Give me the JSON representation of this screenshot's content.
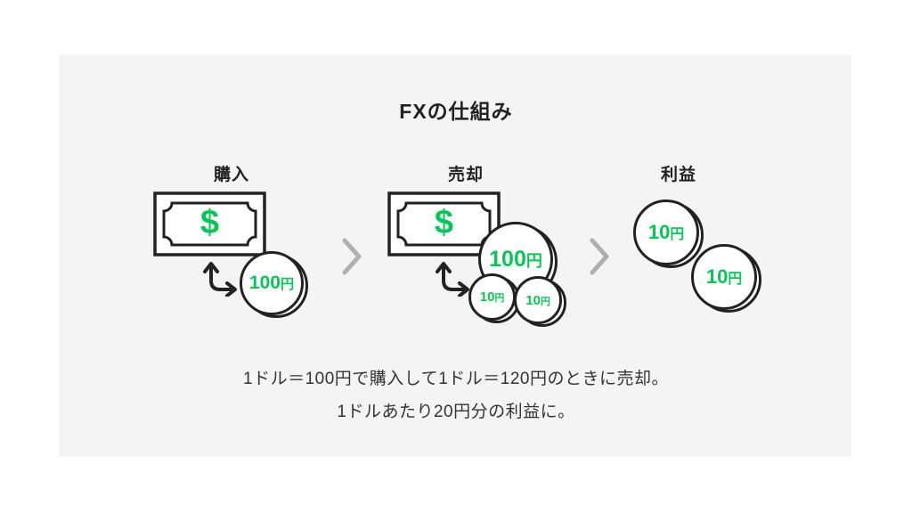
{
  "title": "FXの仕組み",
  "steps": [
    {
      "label": "購入",
      "bill_symbol": "$",
      "coins": [
        {
          "amount": "100",
          "unit": "円"
        }
      ]
    },
    {
      "label": "売却",
      "bill_symbol": "$",
      "coins": [
        {
          "amount": "100",
          "unit": "円"
        },
        {
          "amount": "10",
          "unit": "円"
        },
        {
          "amount": "10",
          "unit": "円"
        }
      ]
    },
    {
      "label": "利益",
      "coins": [
        {
          "amount": "10",
          "unit": "円"
        },
        {
          "amount": "10",
          "unit": "円"
        }
      ]
    }
  ],
  "caption": {
    "line1": "1ドル＝100円で購入して1ドル＝120円のときに売却。",
    "line2": "1ドルあたり20円分の利益に。"
  },
  "colors": {
    "green": "#06C755",
    "ink": "#222222",
    "panel_bg": "#f4f4f5",
    "chevron": "#b0b0b0"
  }
}
